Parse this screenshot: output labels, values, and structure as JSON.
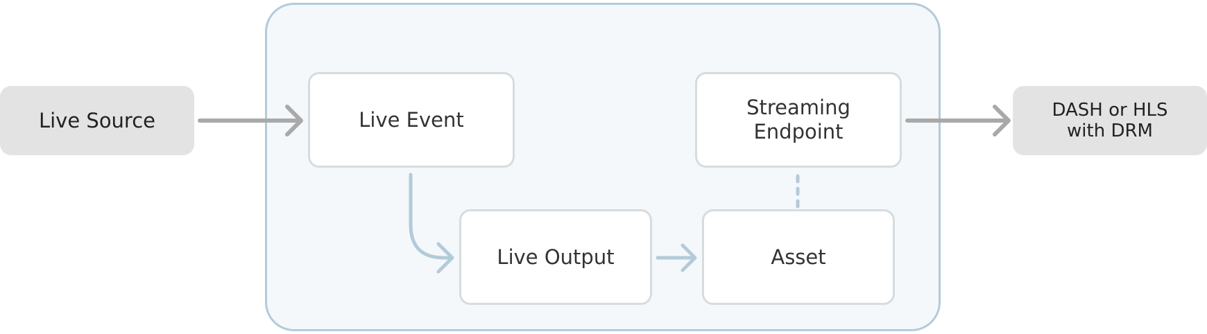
{
  "diagram": {
    "nodes": {
      "live_source": {
        "label": "Live Source"
      },
      "live_event": {
        "label": "Live Event"
      },
      "streaming_endpoint": {
        "label_line1": "Streaming",
        "label_line2": "Endpoint"
      },
      "live_output": {
        "label": "Live Output"
      },
      "asset": {
        "label": "Asset"
      },
      "output": {
        "label_line1": "DASH or HLS",
        "label_line2": "with DRM"
      }
    },
    "edges": [
      {
        "from": "live_source",
        "to": "live_event",
        "style": "solid"
      },
      {
        "from": "live_event",
        "to": "live_output",
        "style": "solid"
      },
      {
        "from": "live_output",
        "to": "asset",
        "style": "solid"
      },
      {
        "from": "asset",
        "to": "streaming_endpoint",
        "style": "dashed"
      },
      {
        "from": "streaming_endpoint",
        "to": "output",
        "style": "solid"
      }
    ],
    "colors": {
      "container_border": "#b3cad9",
      "container_fill": "#f4f8fb",
      "inner_node_border": "#d5dcdf",
      "outer_node_fill": "#e3e3e3",
      "outer_arrow": "#a9a9a9",
      "inner_arrow": "#b3cad9"
    }
  }
}
